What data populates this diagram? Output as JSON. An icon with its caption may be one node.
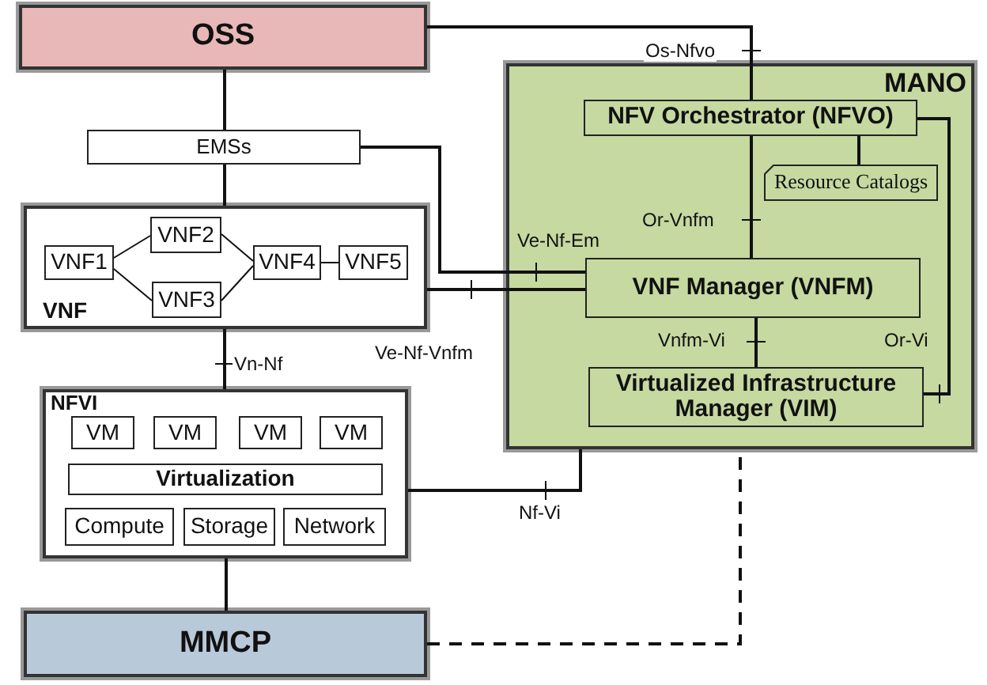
{
  "diagram": {
    "nodes": [
      {
        "text": [
          "OSS"
        ]
      },
      {
        "text": [
          "EMSs"
        ]
      },
      {
        "text": [
          "VNF"
        ]
      },
      {
        "text": [
          "VNF1"
        ],
        "in": 2
      },
      {
        "text": [
          "VNF2"
        ],
        "in": 2
      },
      {
        "text": [
          "VNF3"
        ],
        "in": 2
      },
      {
        "text": [
          "VNF4"
        ],
        "in": 2
      },
      {
        "text": [
          "VNF5"
        ],
        "in": 2
      },
      {
        "text": [
          "NFVI"
        ]
      },
      {
        "text": [
          "VM"
        ],
        "in": 8
      },
      {
        "text": [
          "VM"
        ],
        "in": 8
      },
      {
        "text": [
          "VM"
        ],
        "in": 8
      },
      {
        "text": [
          "VM"
        ],
        "in": 8
      },
      {
        "text": [
          "Virtualization"
        ],
        "in": 8
      },
      {
        "text": [
          "Compute"
        ],
        "in": 8
      },
      {
        "text": [
          "Storage"
        ],
        "in": 8
      },
      {
        "text": [
          "Network"
        ],
        "in": 8
      },
      {
        "text": [
          "MMCP"
        ]
      },
      {
        "text": [
          "MANO"
        ]
      },
      {
        "text": [
          "NFV Orchestrator (NFVO)"
        ],
        "in": 18
      },
      {
        "text": [
          "Resource Catalogs"
        ],
        "in": 18
      },
      {
        "text": [
          "VNF Manager (VNFM)"
        ],
        "in": 18
      },
      {
        "text": [
          "Virtualized Infrastructure Manager (VIM)"
        ],
        "in": 18
      }
    ],
    "edges": [
      {
        "from": 0,
        "to": 1,
        "arrow": "none"
      },
      {
        "from": 1,
        "to": 2,
        "arrow": "none"
      },
      {
        "from": 0,
        "to": 19,
        "arrow": "none",
        "label": "Os-Nfvo"
      },
      {
        "from": 1,
        "to": 21,
        "arrow": "none",
        "label": "Ve-Nf-Em"
      },
      {
        "from": 2,
        "to": 21,
        "arrow": "none",
        "label": "Ve-Nf-Vnfm"
      },
      {
        "from": 2,
        "to": 8,
        "arrow": "none",
        "label": "Vn-Nf"
      },
      {
        "from": 8,
        "to": 17,
        "arrow": "none"
      },
      {
        "from": 8,
        "to": 18,
        "arrow": "none",
        "label": "Nf-Vi"
      },
      {
        "from": 17,
        "to": 18,
        "arrow": "none",
        "style": "dashed"
      },
      {
        "from": 19,
        "to": 20,
        "arrow": "none"
      },
      {
        "from": 19,
        "to": 21,
        "arrow": "none",
        "label": "Or-Vnfm"
      },
      {
        "from": 21,
        "to": 22,
        "arrow": "none",
        "label": "Vnfm-Vi"
      },
      {
        "from": 19,
        "to": 22,
        "arrow": "none",
        "label": "Or-Vi"
      },
      {
        "from": 3,
        "to": 4,
        "arrow": "none"
      },
      {
        "from": 3,
        "to": 5,
        "arrow": "none"
      },
      {
        "from": 4,
        "to": 6,
        "arrow": "none"
      },
      {
        "from": 5,
        "to": 6,
        "arrow": "none"
      },
      {
        "from": 6,
        "to": 7,
        "arrow": "none"
      }
    ]
  }
}
